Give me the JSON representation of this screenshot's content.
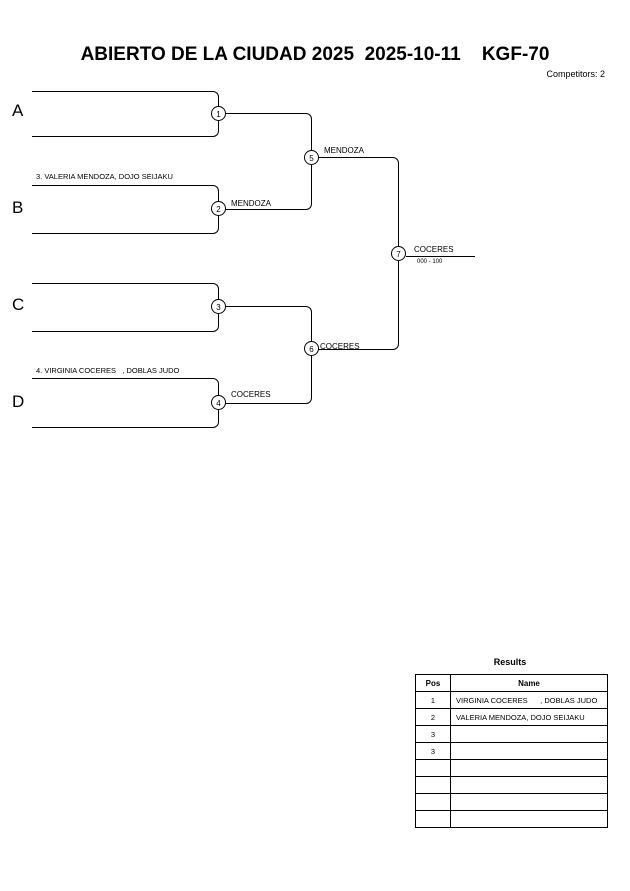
{
  "header": {
    "title": "ABIERTO DE LA CIUDAD 2025  2025-10-11    KGF-70",
    "competitors": "Competitors: 2"
  },
  "bracket": {
    "pools": [
      {
        "letter": "A"
      },
      {
        "letter": "B"
      },
      {
        "letter": "C"
      },
      {
        "letter": "D"
      }
    ],
    "entries": [
      {
        "label": "3. VALERIA MENDOZA, DOJO SEIJAKU"
      },
      {
        "label": "4. VIRGINIA COCERES   , DOBLAS JUDO"
      }
    ],
    "matches": [
      {
        "number": "1",
        "winner": ""
      },
      {
        "number": "2",
        "winner": "MENDOZA"
      },
      {
        "number": "3",
        "winner": ""
      },
      {
        "number": "4",
        "winner": "COCERES"
      },
      {
        "number": "5",
        "winner": "MENDOZA"
      },
      {
        "number": "6",
        "winner": "COCERES"
      },
      {
        "number": "7",
        "winner": "COCERES",
        "score": "000 - 100"
      }
    ]
  },
  "results": {
    "title": "Results",
    "columns": [
      "Pos",
      "Name"
    ],
    "rows": [
      {
        "pos": "1",
        "name": "VIRGINIA COCERES      , DOBLAS JUDO"
      },
      {
        "pos": "2",
        "name": "VALERIA MENDOZA, DOJO SEIJAKU"
      },
      {
        "pos": "3",
        "name": ""
      },
      {
        "pos": "3",
        "name": ""
      },
      {
        "pos": "",
        "name": ""
      },
      {
        "pos": "",
        "name": ""
      },
      {
        "pos": "",
        "name": ""
      },
      {
        "pos": "",
        "name": ""
      }
    ]
  }
}
